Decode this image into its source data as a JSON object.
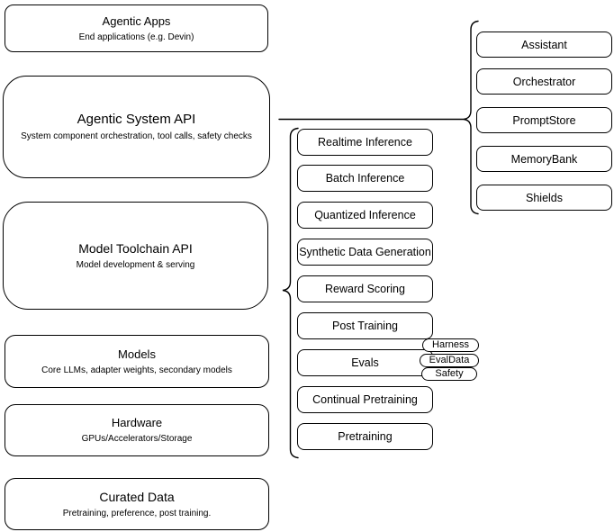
{
  "canvas": {
    "background_color": "#ffffff",
    "stroke_color": "#000000",
    "text_color": "#000000"
  },
  "left_stack": [
    {
      "title": "Agentic Apps",
      "subtitle": "End applications (e.g. Devin)"
    },
    {
      "title": "Agentic System API",
      "subtitle": "System component orchestration, tool calls, safety checks"
    },
    {
      "title": "Model Toolchain API",
      "subtitle": "Model development & serving"
    },
    {
      "title": "Models",
      "subtitle": "Core LLMs, adapter weights, secondary models"
    },
    {
      "title": "Hardware",
      "subtitle": "GPUs/Accelerators/Storage"
    },
    {
      "title": "Curated Data",
      "subtitle": "Pretraining, preference, post training."
    }
  ],
  "toolchain_items": [
    "Realtime Inference",
    "Batch Inference",
    "Quantized Inference",
    "Synthetic Data Generation",
    "Reward Scoring",
    "Post Training",
    "Evals",
    "Continual Pretraining",
    "Pretraining"
  ],
  "eval_tags": [
    "Harness",
    "EvalData",
    "Safety"
  ],
  "system_items": [
    "Assistant",
    "Orchestrator",
    "PromptStore",
    "MemoryBank",
    "Shields"
  ]
}
